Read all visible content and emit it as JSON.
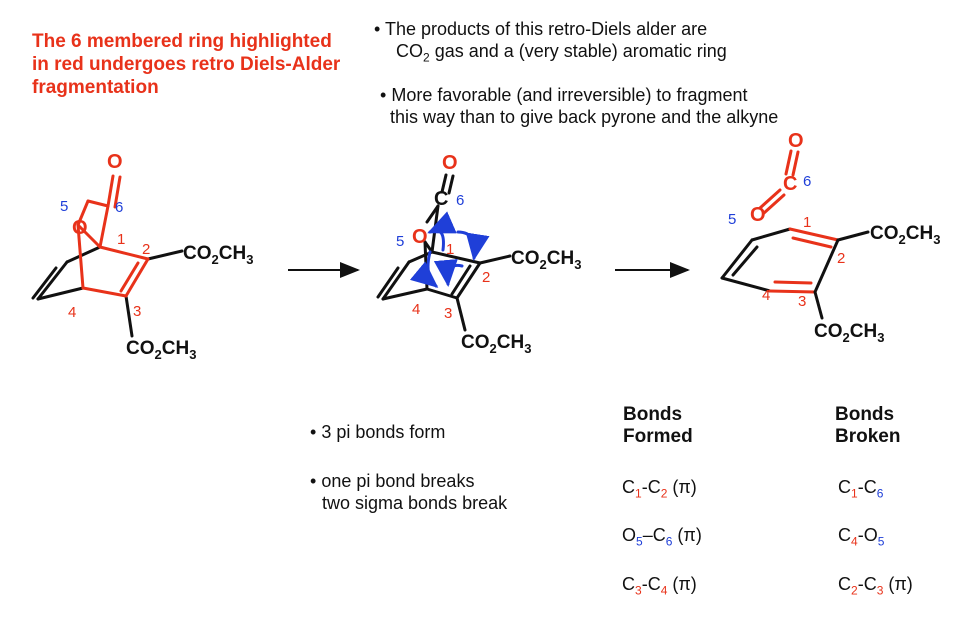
{
  "colors": {
    "red": "#e8321a",
    "blue": "#1f3fd8",
    "black": "#111111"
  },
  "title": "The 6 membered ring highlighted in red undergoes retro Diels-Alder fragmentation",
  "notes_top": [
    {
      "bullet": "•",
      "line1": "The products of this retro-Diels alder are",
      "line2_a": "CO",
      "line2_sub": "2",
      "line2_b": " gas and a (very stable) aromatic ring"
    },
    {
      "bullet": "•",
      "line1": "More favorable (and irreversible) to fragment",
      "line2_a": "this way than to give back pyrone and the alkyne",
      "line2_sub": "",
      "line2_b": ""
    }
  ],
  "notes_bottom": [
    {
      "bullet": "•",
      "line1": "3 pi bonds form",
      "line2": ""
    },
    {
      "bullet": "•",
      "line1": "one pi bond breaks",
      "line2": "two sigma bonds break"
    }
  ],
  "table": {
    "formed_header": [
      "Bonds",
      "Formed"
    ],
    "broken_header": [
      "Bonds",
      "Broken"
    ],
    "formed": [
      {
        "a": "C",
        "an": "1",
        "sep": "-",
        "b": "C",
        "bn": "2",
        "tail": " (π)"
      },
      {
        "a": "O",
        "an": "5",
        "sep": "–",
        "b": "C",
        "bn": "6",
        "tail": " (π)"
      },
      {
        "a": "C",
        "an": "3",
        "sep": "-",
        "b": "C",
        "bn": "4",
        "tail": " (π)"
      }
    ],
    "broken": [
      {
        "a": "C",
        "an": "1",
        "sep": "-",
        "b": "C",
        "bn": "6",
        "tail": ""
      },
      {
        "a": "C",
        "an": "4",
        "sep": "-",
        "b": "O",
        "bn": "5",
        "tail": ""
      },
      {
        "a": "C",
        "an": "2",
        "sep": "-",
        "b": "C",
        "bn": "3",
        "tail": " (π)"
      }
    ]
  },
  "molecules": {
    "ester_main": "CO",
    "ester_sub": "2",
    "ester_tail": "CH",
    "ester_sub2": "3",
    "atom_O": "O",
    "atom_C": "C",
    "numbers": [
      "1",
      "2",
      "3",
      "4",
      "5",
      "6"
    ]
  }
}
